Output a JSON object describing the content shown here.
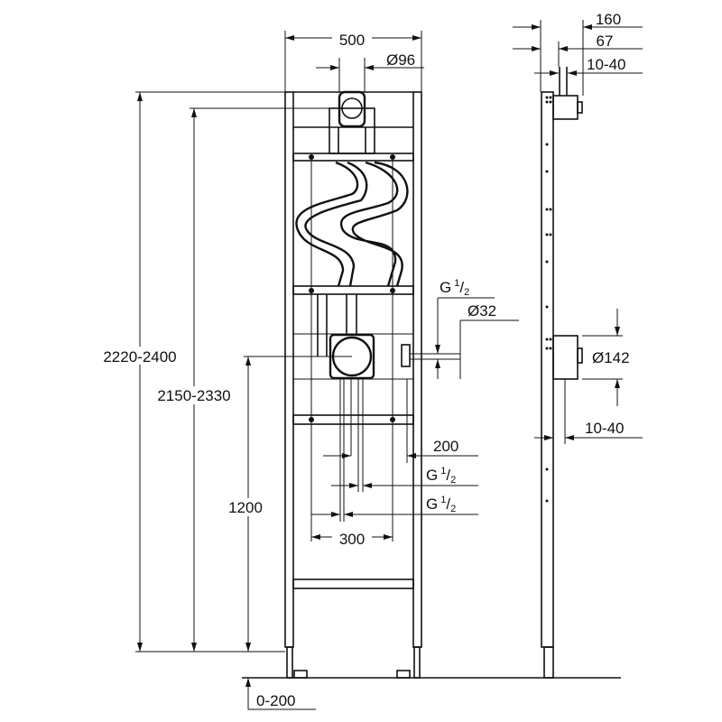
{
  "front_view": {
    "width": "500",
    "outlet_diameter": "Ø96",
    "total_height": "2220-2400",
    "outlet_height": "2150-2330",
    "box_height": "1200",
    "foot_adjust": "0-200",
    "connection_g_top": {
      "base": "G",
      "num": "1",
      "den": "2"
    },
    "pipe_diameter": "Ø32",
    "offset_200": "200",
    "connection_g_mid": {
      "base": "G",
      "num": "1",
      "den": "2"
    },
    "connection_g_low": {
      "base": "G",
      "num": "1",
      "den": "2"
    },
    "spacing_300": "300"
  },
  "side_view": {
    "depth_160": "160",
    "depth_67": "67",
    "adjust_top": "10-40",
    "box_diameter": "Ø142",
    "adjust_bottom": "10-40"
  }
}
